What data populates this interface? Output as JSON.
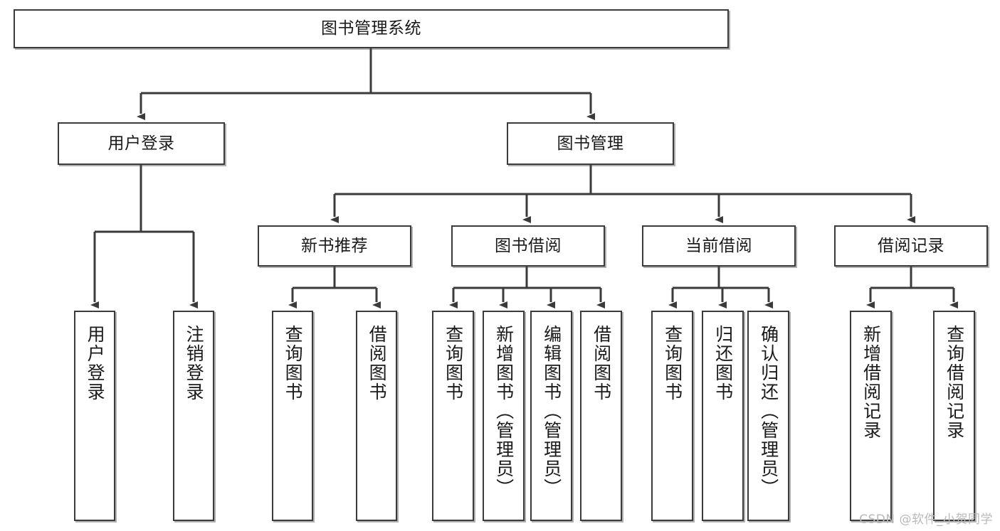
{
  "diagram": {
    "type": "tree",
    "title": "图书管理系统",
    "watermark": "CSDN @软件_小贺同学",
    "style": {
      "box_fill": "#ffffff",
      "box_border": "#3b3b3b",
      "connector": "#3b3b3b",
      "text": "#1a1a1a",
      "watermark_color": "#b9b9b9",
      "background": "#ffffff"
    },
    "nodes": {
      "root": {
        "label": "图书管理系统"
      },
      "level2": [
        {
          "label": "用户登录"
        },
        {
          "label": "图书管理"
        }
      ],
      "level3": [
        {
          "label": "新书推荐"
        },
        {
          "label": "图书借阅"
        },
        {
          "label": "当前借阅"
        },
        {
          "label": "借阅记录"
        }
      ],
      "leaves_user_login": [
        {
          "label": "用户登录"
        },
        {
          "label": "注销登录"
        }
      ],
      "leaves_new_books": [
        {
          "label": "查询图书"
        },
        {
          "label": "借阅图书"
        }
      ],
      "leaves_borrow": [
        {
          "label": "查询图书"
        },
        {
          "label": "新增图书（管理员）"
        },
        {
          "label": "编辑图书（管理员）"
        },
        {
          "label": "借阅图书"
        }
      ],
      "leaves_current": [
        {
          "label": "查询图书"
        },
        {
          "label": "归还图书"
        },
        {
          "label": "确认归还（管理员）"
        }
      ],
      "leaves_records": [
        {
          "label": "新增借阅记录"
        },
        {
          "label": "查询借阅记录"
        }
      ]
    }
  }
}
